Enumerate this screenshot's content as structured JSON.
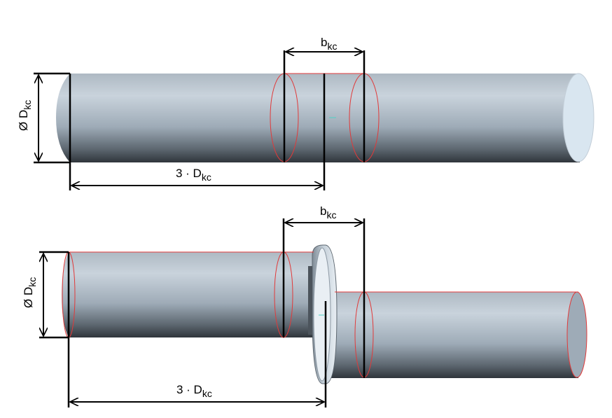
{
  "diagram_top": {
    "diameter_label": {
      "prefix": "Ø D",
      "sub": "kc"
    },
    "length_label": {
      "prefix": "3 · D",
      "sub": "kc"
    },
    "width_label": {
      "prefix": "b",
      "sub": "kc"
    }
  },
  "diagram_bottom": {
    "diameter_label": {
      "prefix": "Ø D",
      "sub": "kc"
    },
    "length_label": {
      "prefix": "3 · D",
      "sub": "kc"
    },
    "width_label": {
      "prefix": "b",
      "sub": "kc"
    }
  },
  "colors": {
    "shaft_light": "#c9d3dc",
    "shaft_mid": "#9eabb7",
    "shaft_dark": "#3a4047",
    "end_face": "#d9e6f0",
    "red_edge": "#e03a3a",
    "dimension": "#000000"
  }
}
